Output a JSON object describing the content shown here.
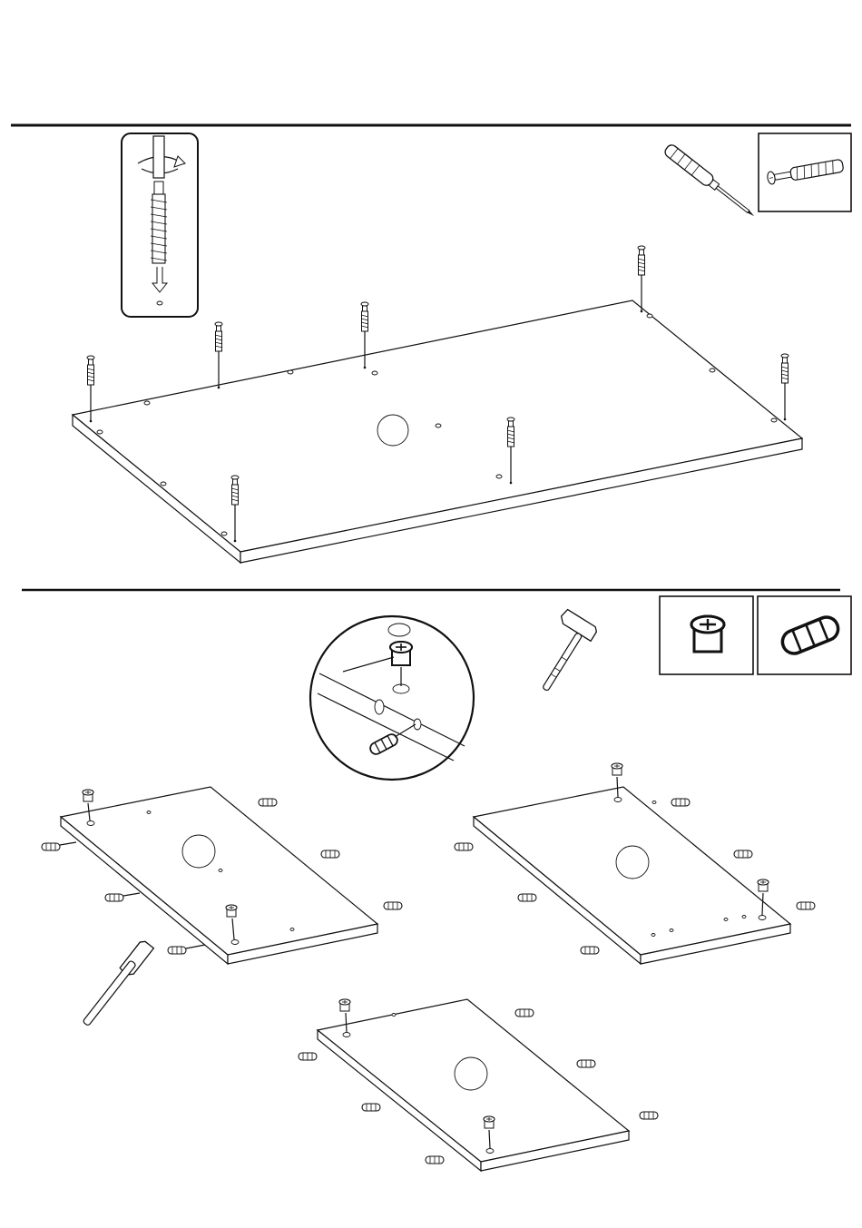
{
  "document": {
    "type": "assembly-instructions",
    "steps": [
      {
        "id": "step-screw-install",
        "tools": [
          "screwdriver-icon"
        ],
        "parts": [
          "euro-screw-part-icon"
        ],
        "detail": [
          "rotate-arrow-icon",
          "euro-screw-icon",
          "down-arrow-icon"
        ],
        "boards": 1,
        "screws_on_board": 7
      },
      {
        "id": "step-cam-dowel-install",
        "tools": [
          "hammer-icon"
        ],
        "parts": [
          "cam-lock-part-icon",
          "dowel-part-icon"
        ],
        "detail": [
          "cam-lock-icon",
          "dowel-icon"
        ],
        "boards": 3,
        "dowels_per_board": 6,
        "cam_locks_per_board": 2
      }
    ],
    "colors": {
      "line": "#111111",
      "background": "#ffffff",
      "panel_border": "#111111"
    }
  }
}
